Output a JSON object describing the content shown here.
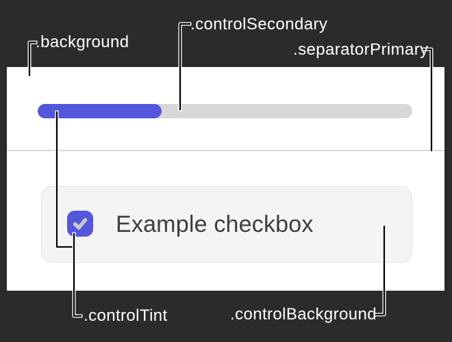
{
  "labels": {
    "background": ".background",
    "control_secondary": ".controlSecondary",
    "separator_primary": ".separatorPrimary",
    "control_tint": ".controlTint",
    "control_background": ".controlBackground"
  },
  "control": {
    "checkbox_label": "Example checkbox",
    "checkbox_checked": true,
    "checkbox_icon": "checkmark-icon"
  },
  "progress": {
    "value_percent": 33
  },
  "colors": {
    "canvas_background": "#2b2b2b",
    "panel_background": "#ffffff",
    "control_tint": "#5457d9",
    "control_secondary_track": "#d8d8d8",
    "separator_primary": "#d8d8d8",
    "control_background_fill": "#f4f4f4",
    "control_background_border": "#e2e2e2",
    "label_text": "#ffffff",
    "checkbox_label_text": "#3d3d3d",
    "checkmark": "#c9c9c9",
    "callout_line": "#000000",
    "callout_outline": "#ffffff"
  }
}
